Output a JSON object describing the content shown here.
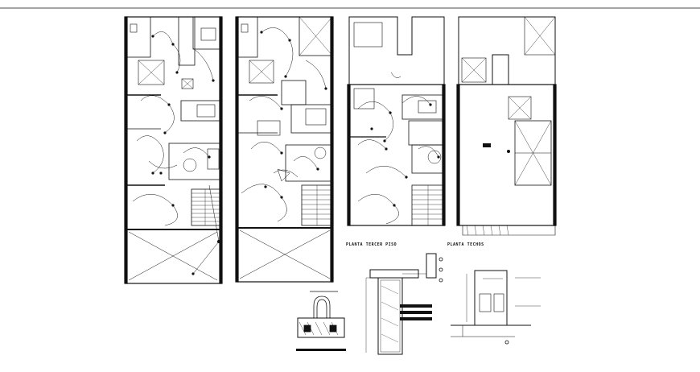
{
  "drawing": {
    "background": "#ffffff",
    "line_color": "#111111",
    "sheets": [
      {
        "id": "plan-1",
        "kind": "floor-plan"
      },
      {
        "id": "plan-2",
        "kind": "floor-plan"
      },
      {
        "id": "plan-3",
        "kind": "floor-plan"
      },
      {
        "id": "plan-4",
        "kind": "roof-plan"
      }
    ],
    "captions": {
      "third_floor": "PLANTA TERCER PISO",
      "roof": "PLANTA TECHOS"
    },
    "details": [
      {
        "id": "detail-left",
        "kind": "section-detail"
      },
      {
        "id": "detail-mid",
        "kind": "column-section"
      },
      {
        "id": "detail-right",
        "kind": "meter-box-detail"
      }
    ]
  }
}
